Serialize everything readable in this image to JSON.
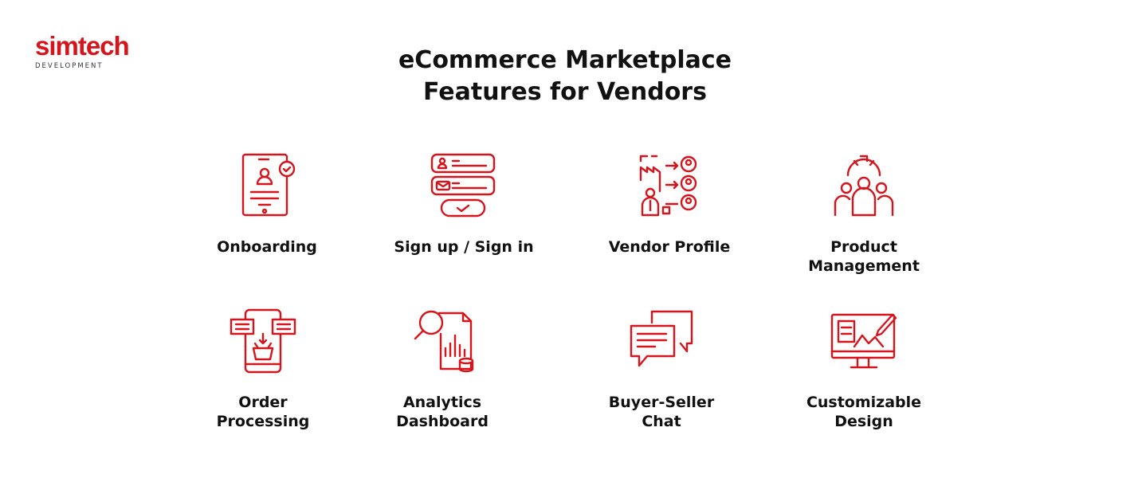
{
  "brand": {
    "name": "simtech",
    "tagline": "DEVELOPMENT",
    "accent": "#d6141c"
  },
  "title": {
    "line1": "eCommerce Marketplace",
    "line2": "Features for Vendors"
  },
  "features": [
    {
      "label": "Onboarding",
      "icon": "tablet-user-check-icon"
    },
    {
      "label": "Sign up / Sign in",
      "icon": "login-form-icon"
    },
    {
      "label": "Vendor Profile",
      "icon": "vendor-profile-icon"
    },
    {
      "label": "Product\nManagement",
      "icon": "team-gear-icon"
    },
    {
      "label": "Order\nProcessing",
      "icon": "phone-basket-icon"
    },
    {
      "label": "Analytics\nDashboard",
      "icon": "magnifier-report-icon"
    },
    {
      "label": "Buyer-Seller\nChat",
      "icon": "chat-bubbles-icon"
    },
    {
      "label": "Customizable\nDesign",
      "icon": "monitor-pencil-icon"
    }
  ]
}
